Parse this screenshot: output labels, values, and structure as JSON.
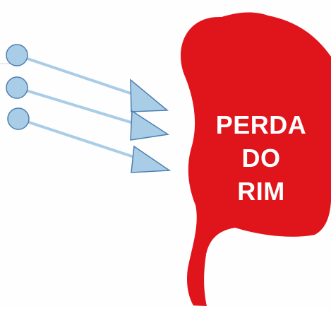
{
  "colors": {
    "background": "#fefefe",
    "kidney": "#e0141b",
    "arrow_fill": "#a9cde7",
    "arrow_stroke": "#4c7fb0",
    "text": "#ffffff"
  },
  "arrows": {
    "count": 3,
    "icon": "pin-arrow-icon"
  },
  "kidney": {
    "icon": "kidney-icon",
    "label_lines": [
      "PERDA",
      "DO",
      "RIM"
    ]
  }
}
